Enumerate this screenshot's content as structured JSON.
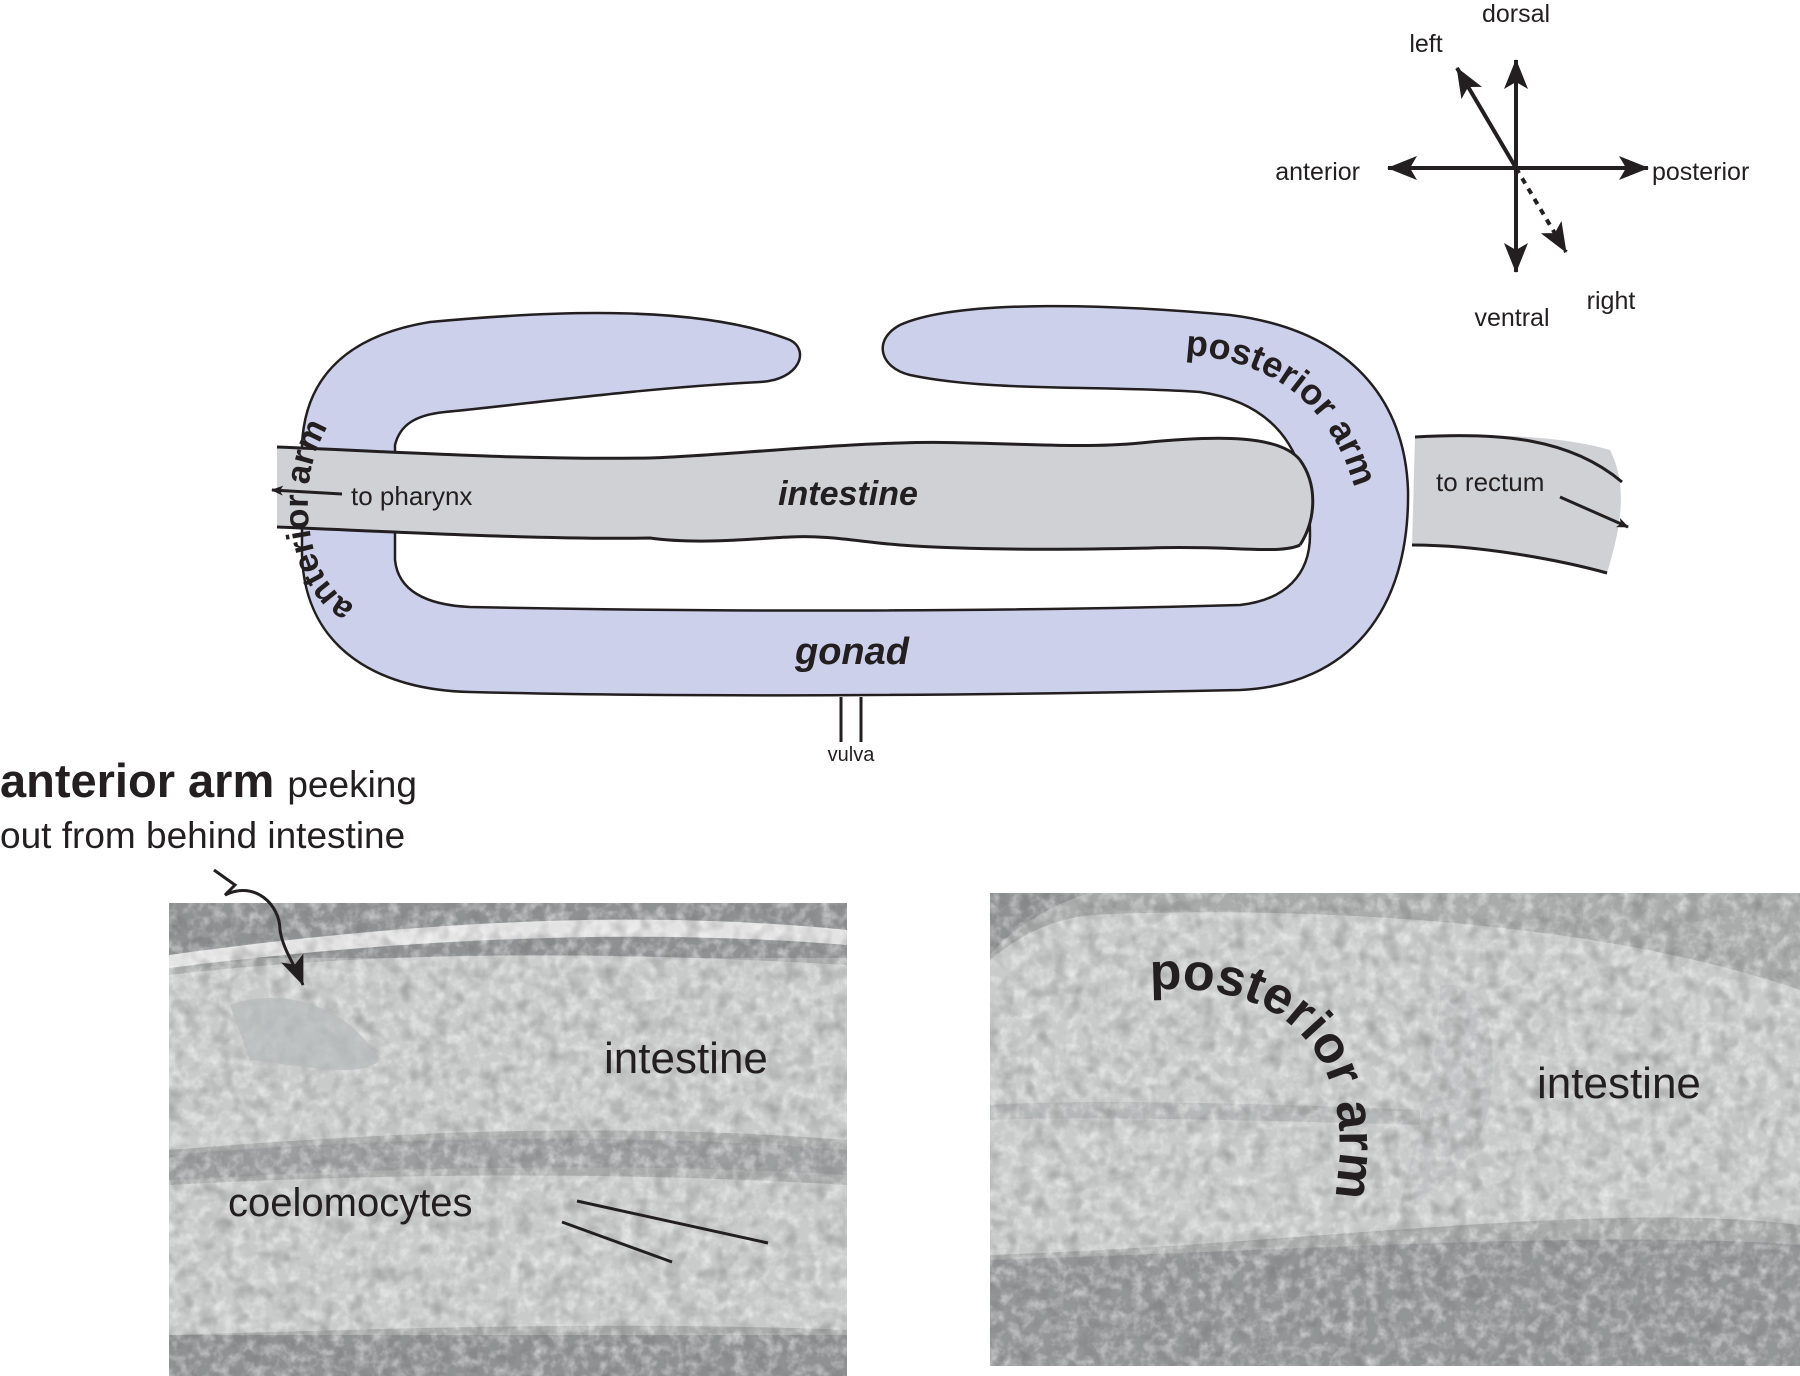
{
  "compass": {
    "dorsal": "dorsal",
    "ventral": "ventral",
    "anterior": "anterior",
    "posterior": "posterior",
    "left": "left",
    "right": "right"
  },
  "schematic": {
    "anterior_arm": "anterior arm",
    "posterior_arm": "posterior arm",
    "intestine": "intestine",
    "gonad": "gonad",
    "vulva": "vulva",
    "to_pharynx": "to pharynx",
    "to_rectum": "to rectum",
    "colors": {
      "gonad_fill": "#cdd0ea",
      "intestine_fill": "#cfd1d4",
      "outline": "#231f20"
    }
  },
  "callout": {
    "bold_part": "anterior arm",
    "rest_line1": "peeking",
    "rest_line2": "out from behind intestine"
  },
  "left_micrograph": {
    "intestine": "intestine",
    "coelomocytes": "coelomocytes"
  },
  "right_micrograph": {
    "posterior_arm": "posterior arm",
    "intestine": "intestine"
  }
}
